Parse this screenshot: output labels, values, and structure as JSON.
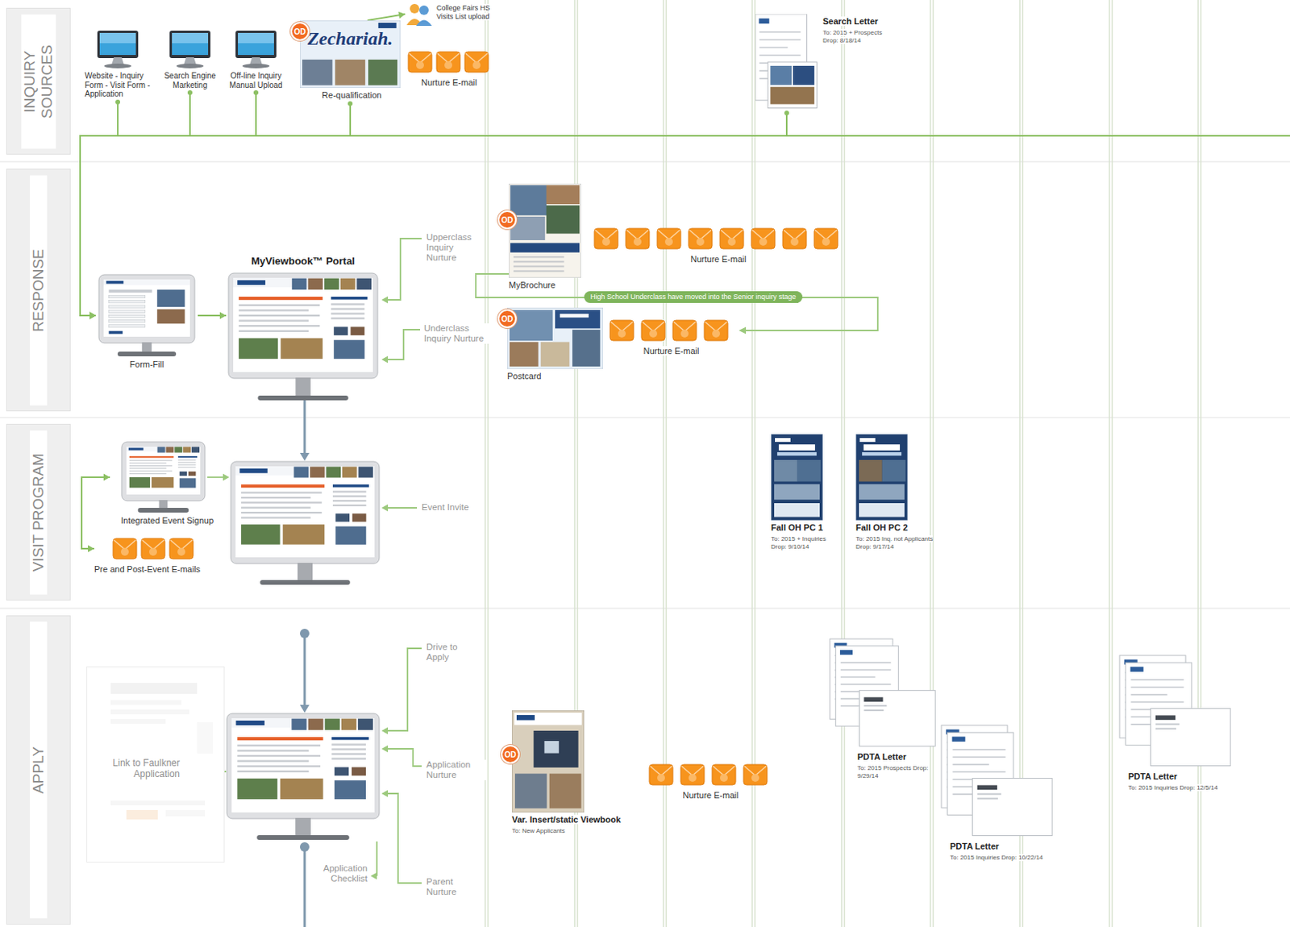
{
  "diagram": {
    "nodes": [
      {
        "text": [
          "INQUIRY SOURCES"
        ]
      },
      {
        "text": [
          "RESPONSE"
        ]
      },
      {
        "text": [
          "VISIT PROGRAM"
        ]
      },
      {
        "text": [
          "APPLY"
        ]
      },
      {
        "text": [
          "Website - Inquiry Form - Visit Form - Application"
        ]
      },
      {
        "text": [
          "Search Engine Marketing"
        ]
      },
      {
        "text": [
          "Off-line Inquiry Manual Upload"
        ]
      },
      {
        "text": [
          "Zechariah.",
          "Re-qualification"
        ]
      },
      {
        "text": [
          "OD"
        ],
        "in": 7
      },
      {
        "text": [
          "College Fairs HS Visits List upload"
        ]
      },
      {
        "text": [
          "Nurture E-mail"
        ]
      },
      {
        "text": [
          "Search Letter",
          "To: 2015 + Prospects Drop: 8/18/14"
        ]
      },
      {
        "text": [
          "Form-Fill"
        ]
      },
      {
        "text": [
          "MyViewbook™ Portal"
        ]
      },
      {
        "text": [
          "MyBrochure"
        ]
      },
      {
        "text": [
          "OD"
        ],
        "in": 14
      },
      {
        "text": [
          "Nurture E-mail"
        ]
      },
      {
        "text": [
          "Postcard"
        ]
      },
      {
        "text": [
          "OD"
        ],
        "in": 17
      },
      {
        "text": [
          "Nurture E-mail"
        ]
      },
      {
        "text": [
          "Integrated Event Signup"
        ]
      },
      {
        "text": [
          "Pre and Post-Event E-mails"
        ]
      },
      {
        "text": [
          "Fall OH PC 1",
          "To: 2015 + Inquiries Drop: 9/10/14"
        ]
      },
      {
        "text": [
          "Fall OH PC 2",
          "To: 2015 Inq. not Applicants Drop: 9/17/14"
        ]
      },
      {
        "text": [
          "Link to Faulkner Application"
        ]
      },
      {
        "text": [
          "Var. Insert/static Viewbook",
          "To: New Applicants"
        ]
      },
      {
        "text": [
          "OD"
        ],
        "in": 25
      },
      {
        "text": [
          "Nurture E-mail"
        ]
      },
      {
        "text": [
          "PDTA Letter",
          "To: 2015 Prospects Drop: 9/29/14"
        ]
      },
      {
        "text": [
          "PDTA Letter",
          "To: 2015 Inquiries Drop: 10/22/14"
        ]
      },
      {
        "text": [
          "PDTA Letter",
          "To: 2015 Inquiries Drop: 12/5/14"
        ]
      }
    ],
    "edges": [
      {
        "from": 4,
        "to": 12,
        "arrow": "to"
      },
      {
        "from": 5,
        "to": 12,
        "arrow": "to"
      },
      {
        "from": 6,
        "to": 12,
        "arrow": "to"
      },
      {
        "from": 7,
        "to": 12,
        "arrow": "to"
      },
      {
        "from": 11,
        "to": 12,
        "arrow": "to"
      },
      {
        "from": 12,
        "to": 13,
        "arrow": "to"
      },
      {
        "from": 7,
        "to": 9,
        "arrow": "to"
      },
      {
        "from": 20,
        "to": 21,
        "arrow": "both"
      }
    ],
    "labels": [
      "Upperclass Inquiry Nurture",
      "Underclass Inquiry Nurture",
      "High School Underclass have moved into the Senior inquiry stage",
      "Event Invite",
      "Drive to Apply",
      "Application Nurture",
      "Application Checklist",
      "Parent Nurture"
    ]
  }
}
